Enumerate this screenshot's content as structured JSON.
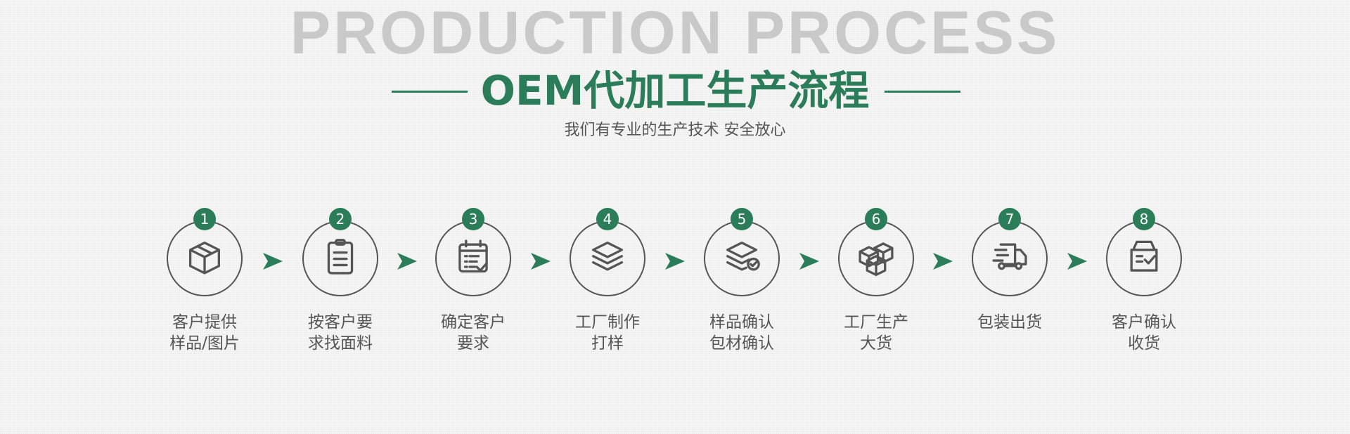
{
  "header": {
    "bg_text": "PRODUCTION PROCESS",
    "title": "OEM代加工生产流程",
    "subtitle": "我们有专业的生产技术  安全放心"
  },
  "accent": "#2a7d58",
  "steps": [
    {
      "num": "1",
      "icon": "box-icon",
      "line1": "客户提供",
      "line2": "样品/图片"
    },
    {
      "num": "2",
      "icon": "clipboard-icon",
      "line1": "按客户要",
      "line2": "求找面料"
    },
    {
      "num": "3",
      "icon": "calendar-check-icon",
      "line1": "确定客户",
      "line2": "要求"
    },
    {
      "num": "4",
      "icon": "layers-icon",
      "line1": "工厂制作",
      "line2": "打样"
    },
    {
      "num": "5",
      "icon": "layers-check-icon",
      "line1": "样品确认",
      "line2": "包材确认"
    },
    {
      "num": "6",
      "icon": "boxes-icon",
      "line1": "工厂生产",
      "line2": "大货"
    },
    {
      "num": "7",
      "icon": "delivery-truck-icon",
      "line1": "包装出货",
      "line2": ""
    },
    {
      "num": "8",
      "icon": "box-check-icon",
      "line1": "客户确认",
      "line2": "收货"
    }
  ]
}
